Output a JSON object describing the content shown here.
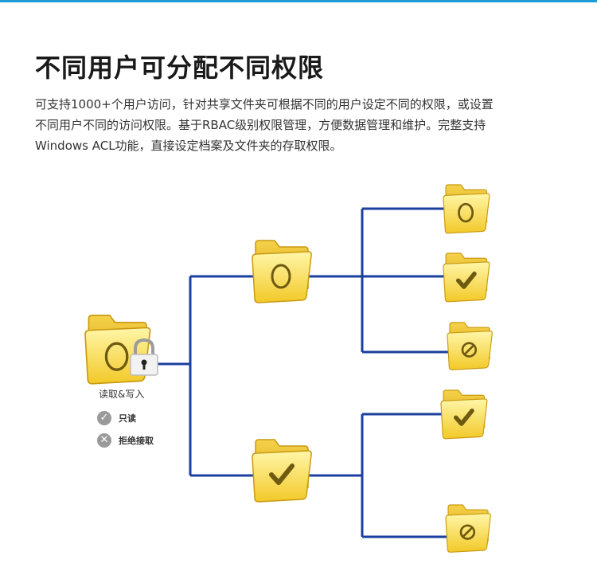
{
  "header": {
    "title": "不同用户可分配不同权限",
    "desc_lines": [
      "可支持1000+个用户访问，针对共享文件夹可根据不同的用户设定不同的权限，或设置",
      "不同用户不同的访问权限。基于RBAC级别权限管理，方便数据管理和维护。完整支持",
      "Windows ACL功能，直接设定档案及文件夹的存取权限。"
    ]
  },
  "diagram": {
    "root_label": "读取&写入",
    "legend": [
      {
        "label": "只读",
        "icon": "check-circle-icon"
      },
      {
        "label": "拒绝接取",
        "icon": "x-circle-icon"
      }
    ],
    "folder_marks": {
      "root": "circle",
      "branch_top": "circle",
      "branch_bottom": "check",
      "leaves": [
        "circle",
        "check",
        "deny",
        "check",
        "deny"
      ]
    },
    "colors": {
      "line": "#1a3f9e",
      "folder_front": "#f7d94c",
      "folder_back": "#e9b820",
      "folder_edge": "#c99a12",
      "legend_icon": "#9a9a9a",
      "accent_bar": "#1e9ad6"
    }
  }
}
